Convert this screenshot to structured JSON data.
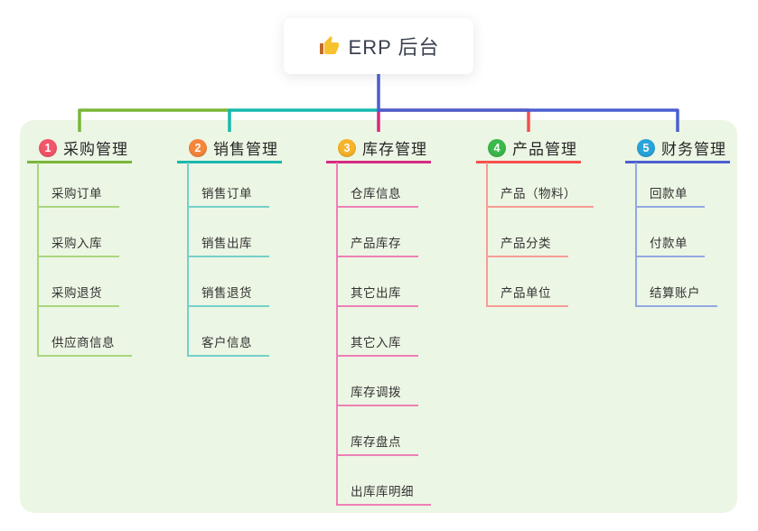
{
  "root": {
    "title": "ERP 后台",
    "icon": "thumbs-up-icon"
  },
  "colors": {
    "panel_bg": "#ecf6e4",
    "root_connector": "#4a5fd0",
    "root_text": "#3b4150",
    "node_text": "#333333",
    "thumb_hand": "#f8c12f",
    "thumb_cuff": "#bf6a2e"
  },
  "branches": [
    {
      "badge": "1",
      "label": "采购管理",
      "badge_color": "#f2566a",
      "line_color": "#79b637",
      "child_line_color": "#a9d67f",
      "children": [
        "采购订单",
        "采购入库",
        "采购退货",
        "供应商信息"
      ]
    },
    {
      "badge": "2",
      "label": "销售管理",
      "badge_color": "#f6863b",
      "line_color": "#16b8ae",
      "child_line_color": "#74d0c9",
      "children": [
        "销售订单",
        "销售出库",
        "销售退货",
        "客户信息"
      ]
    },
    {
      "badge": "3",
      "label": "库存管理",
      "badge_color": "#f7b42a",
      "line_color": "#d62a80",
      "child_line_color": "#ee7fb6",
      "children": [
        "仓库信息",
        "产品库存",
        "其它出库",
        "其它入库",
        "库存调拨",
        "库存盘点",
        "出库库明细"
      ]
    },
    {
      "badge": "4",
      "label": "产品管理",
      "badge_color": "#3bb94d",
      "line_color": "#f5504e",
      "child_line_color": "#f79c95",
      "children": [
        "产品（物料）",
        "产品分类",
        "产品单位"
      ]
    },
    {
      "badge": "5",
      "label": "财务管理",
      "badge_color": "#2aa4da",
      "line_color": "#4a5fd0",
      "child_line_color": "#93a8e2",
      "children": [
        "回款单",
        "付款单",
        "结算账户"
      ]
    }
  ]
}
